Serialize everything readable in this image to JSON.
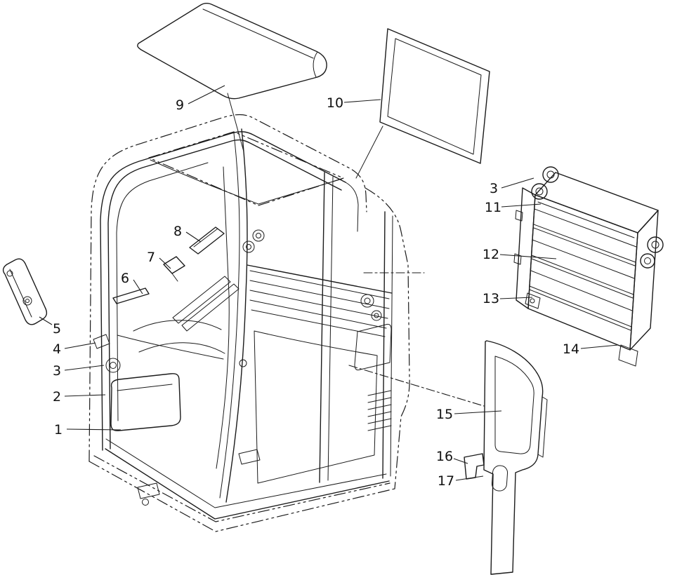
{
  "colors": {
    "ink": "#1b1b1b",
    "background": "#ffffff"
  },
  "labels": [
    "9",
    "10",
    "3",
    "11",
    "12",
    "13",
    "14",
    "15",
    "16",
    "17",
    "5",
    "4",
    "3",
    "2",
    "1",
    "8",
    "7",
    "6"
  ]
}
